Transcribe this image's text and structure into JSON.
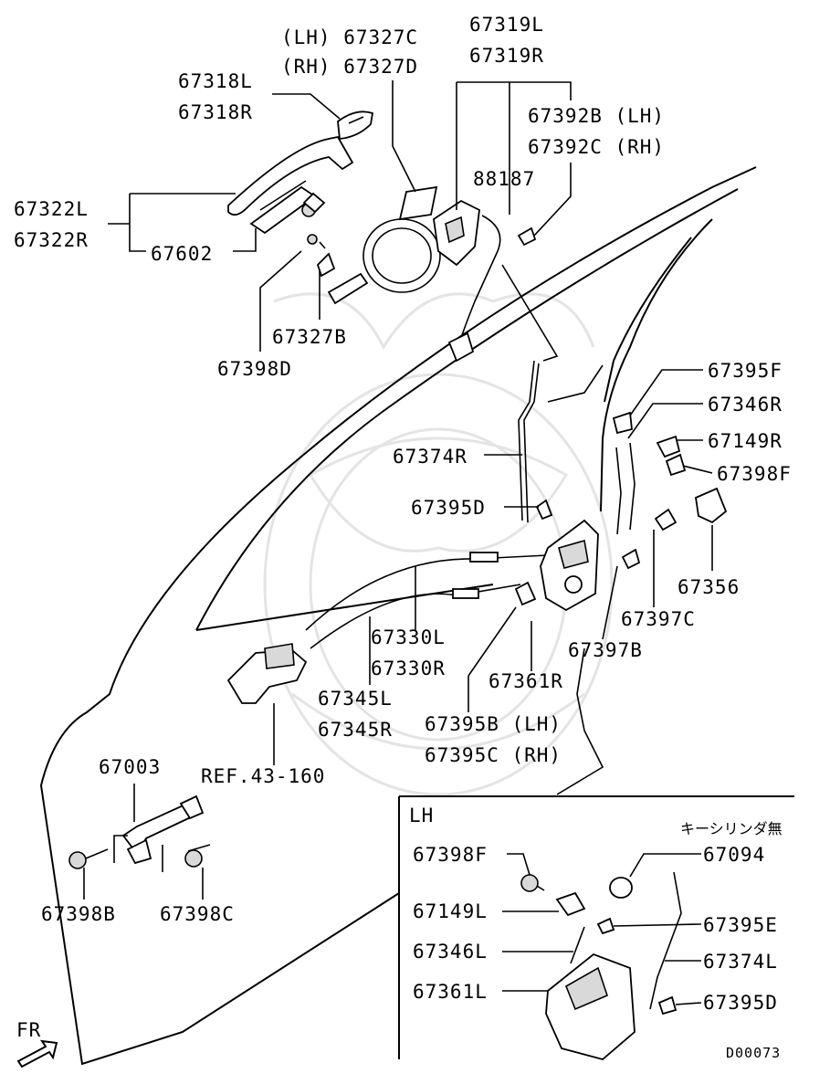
{
  "labels": {
    "p67327_lh": "(LH) 67327C",
    "p67327_rh": "(RH) 67327D",
    "p67319l": "67319L",
    "p67319r": "67319R",
    "p67318l": "67318L",
    "p67318r": "67318R",
    "p67392b": "67392B (LH)",
    "p67392c": "67392C (RH)",
    "p88187": "88187",
    "p67322l": "67322L",
    "p67322r": "67322R",
    "p67602": "67602",
    "p67327b": "67327B",
    "p67398d": "67398D",
    "p67395f": "67395F",
    "p67346r": "67346R",
    "p67149r": "67149R",
    "p67398f": "67398F",
    "p67374r": "67374R",
    "p67395d": "67395D",
    "p67356": "67356",
    "p67397c": "67397C",
    "p67397b": "67397B",
    "p67330l": "67330L",
    "p67330r": "67330R",
    "p67361r": "67361R",
    "p67345l": "67345L",
    "p67345r": "67345R",
    "p67395b": "67395B (LH)",
    "p67395c": "67395C (RH)",
    "ref": "REF.43-160",
    "p67003": "67003",
    "p67398b": "67398B",
    "p67398c": "67398C",
    "fr": "FR",
    "inset_lh": "LH",
    "inset_note": "キーシリンダ無",
    "inset_67398f": "67398F",
    "inset_67094": "67094",
    "inset_67149l": "67149L",
    "inset_67395e": "67395E",
    "inset_67346l": "67346L",
    "inset_67374l": "67374L",
    "inset_67361l": "67361L",
    "inset_67395d": "67395D",
    "diagram_id": "D00073"
  }
}
